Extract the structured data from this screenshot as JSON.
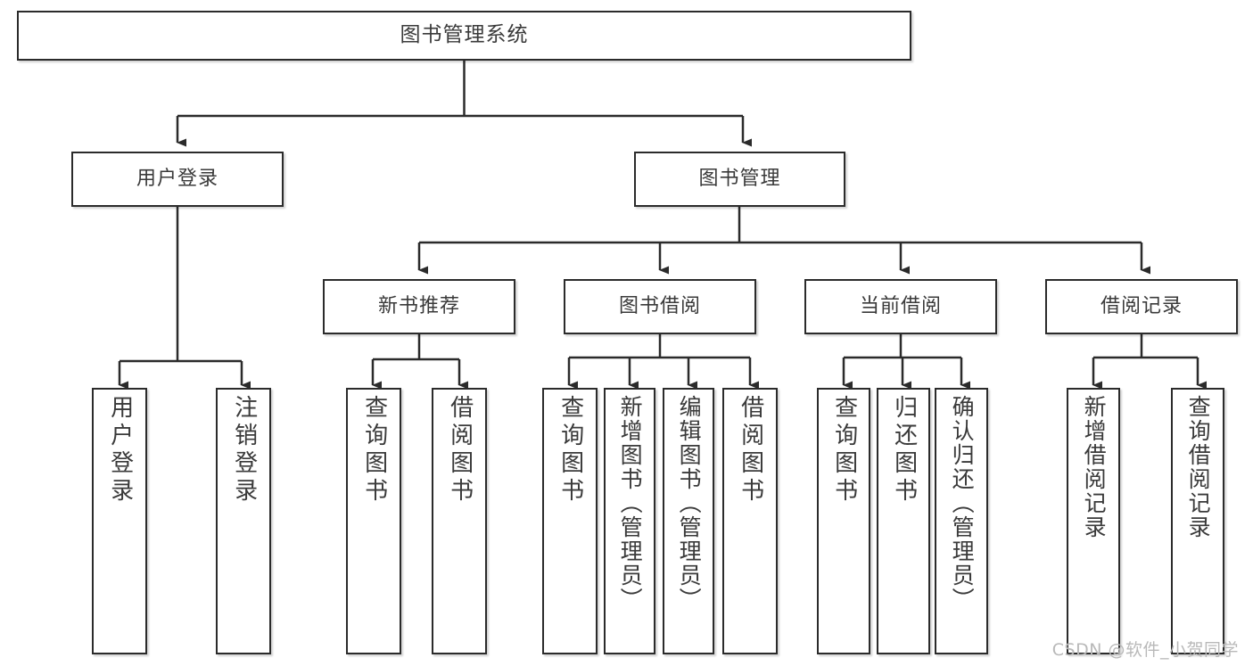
{
  "diagram": {
    "title": "图书管理系统",
    "type": "tree-hierarchy",
    "watermark": "CSDN @软件_小贺同学",
    "colors": {
      "box_border": "#2b2b2b",
      "box_fill": "#ffffff",
      "text": "#3a3a3a",
      "edge": "#2b2b2b",
      "watermark": "#b9b9b9",
      "background": "#ffffff"
    },
    "nodes": {
      "root": {
        "label": "图书管理系统"
      },
      "level2": [
        {
          "label": "用户登录"
        },
        {
          "label": "图书管理"
        }
      ],
      "level3": [
        {
          "label": "新书推荐"
        },
        {
          "label": "图书借阅"
        },
        {
          "label": "当前借阅"
        },
        {
          "label": "借阅记录"
        }
      ],
      "leaves": {
        "user_login": [
          {
            "label": "用户登录"
          },
          {
            "label": "注销登录"
          }
        ],
        "new_book_recommend": [
          {
            "label": "查询图书"
          },
          {
            "label": "借阅图书"
          }
        ],
        "book_borrow": [
          {
            "label": "查询图书"
          },
          {
            "label": "新增图书（管理员）"
          },
          {
            "label": "编辑图书（管理员）"
          },
          {
            "label": "借阅图书"
          }
        ],
        "current_borrow": [
          {
            "label": "查询图书"
          },
          {
            "label": "归还图书"
          },
          {
            "label": "确认归还（管理员）"
          }
        ],
        "borrow_record": [
          {
            "label": "新增借阅记录"
          },
          {
            "label": "查询借阅记录"
          }
        ]
      }
    }
  }
}
